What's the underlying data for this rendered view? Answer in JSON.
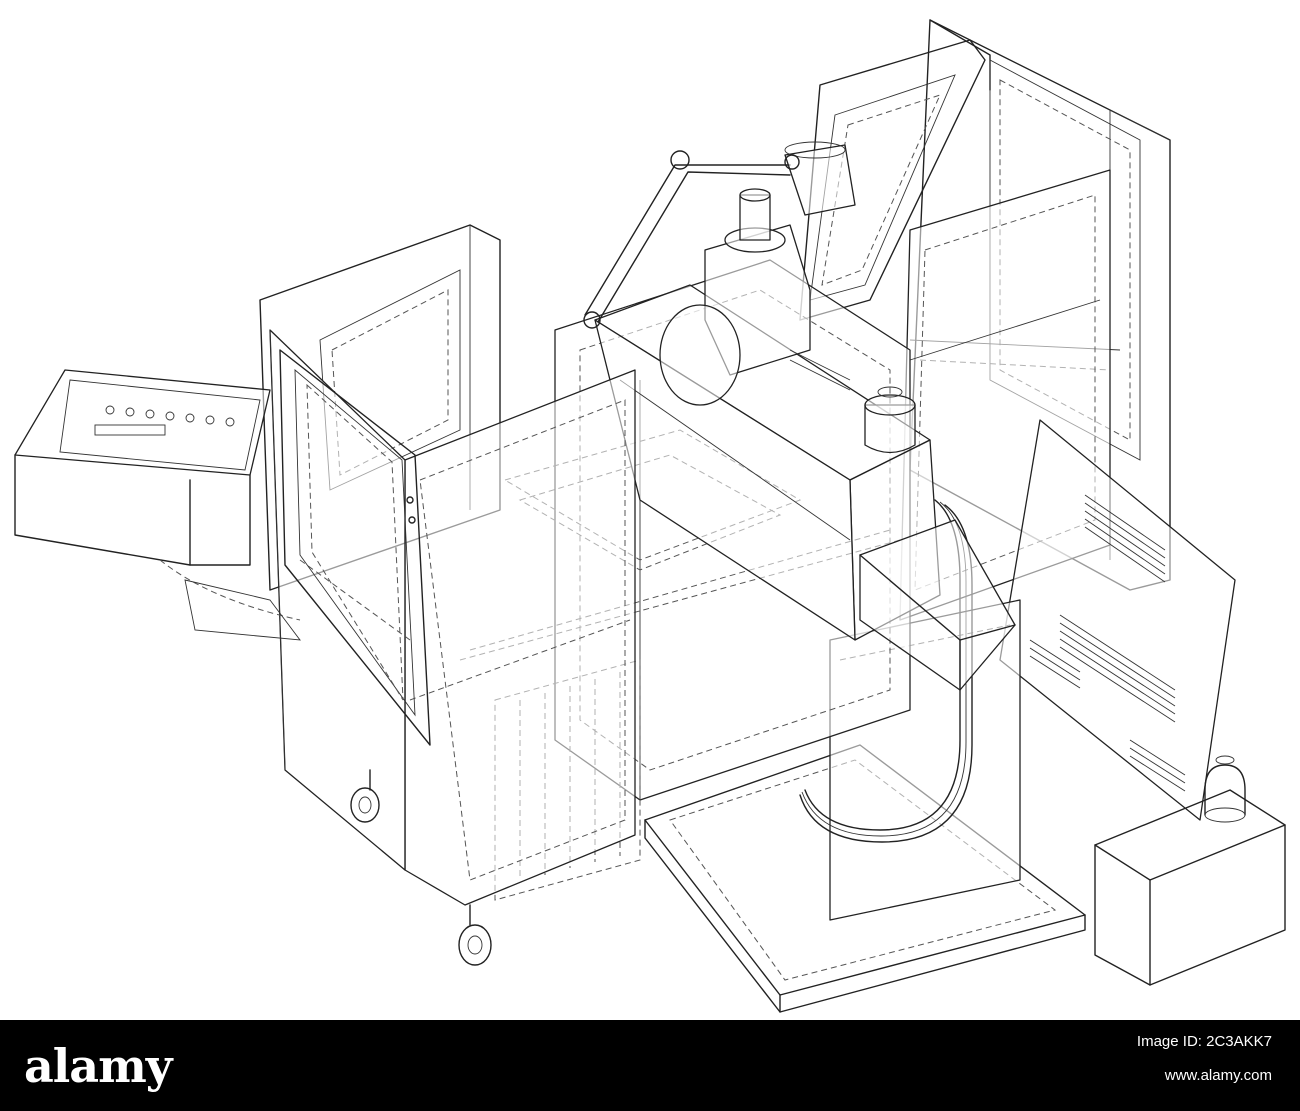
{
  "footer": {
    "brand": "alamy",
    "image_id": "Image ID: 2C3AKK7",
    "url": "www.alamy.com"
  },
  "colors": {
    "background": "#ffffff",
    "line": "#222222",
    "footer_bg": "#000000",
    "footer_text": "#ffffff"
  }
}
